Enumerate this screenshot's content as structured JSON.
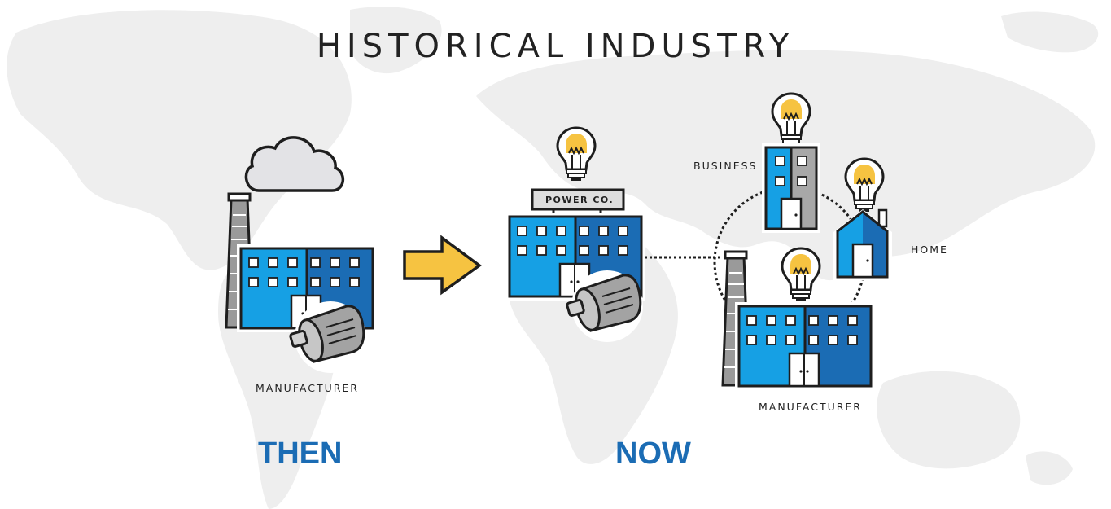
{
  "title": "HISTORICAL INDUSTRY",
  "labels": {
    "then_manufacturer": "MANUFACTURER",
    "then": "THEN",
    "power_co": "POWER CO.",
    "business": "BUSINESS",
    "home": "HOME",
    "now_manufacturer": "MANUFACTURER",
    "now": "NOW"
  },
  "colors": {
    "blue_light": "#16a0e4",
    "blue_dark": "#1b6cb4",
    "arrow_yellow": "#f6c341",
    "bulb_yellow": "#f6c341",
    "outline": "#1e1e1e",
    "map_gray": "#eeeeee",
    "smokestack_gray": "#9a9a9a",
    "motor_gray": "#a3a3a3",
    "cloud_gray": "#e3e3e6",
    "label_blue": "#1b6cb4",
    "text_dark": "#222222"
  }
}
